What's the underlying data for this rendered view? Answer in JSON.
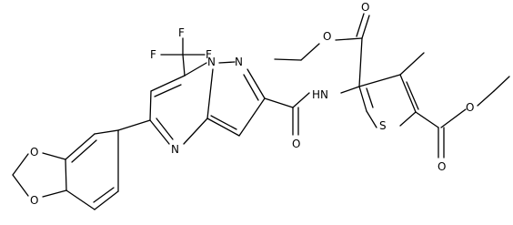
{
  "molecule": {
    "atoms": {
      "o_top_ester": "O",
      "o_ether_ester1": "O",
      "nh_amide": "HN",
      "s_thiophene": "S",
      "o_ester2_carbonyl": "O",
      "o_ester2_ether": "O",
      "o_amide": "O",
      "n_pyrazole_1": "N",
      "n_pyrazole_2": "N",
      "n_pyrimidine": "N",
      "o_dioxole_top": "O",
      "o_dioxole_bottom": "O",
      "f1": "F",
      "f2": "F",
      "f3": "F"
    }
  }
}
